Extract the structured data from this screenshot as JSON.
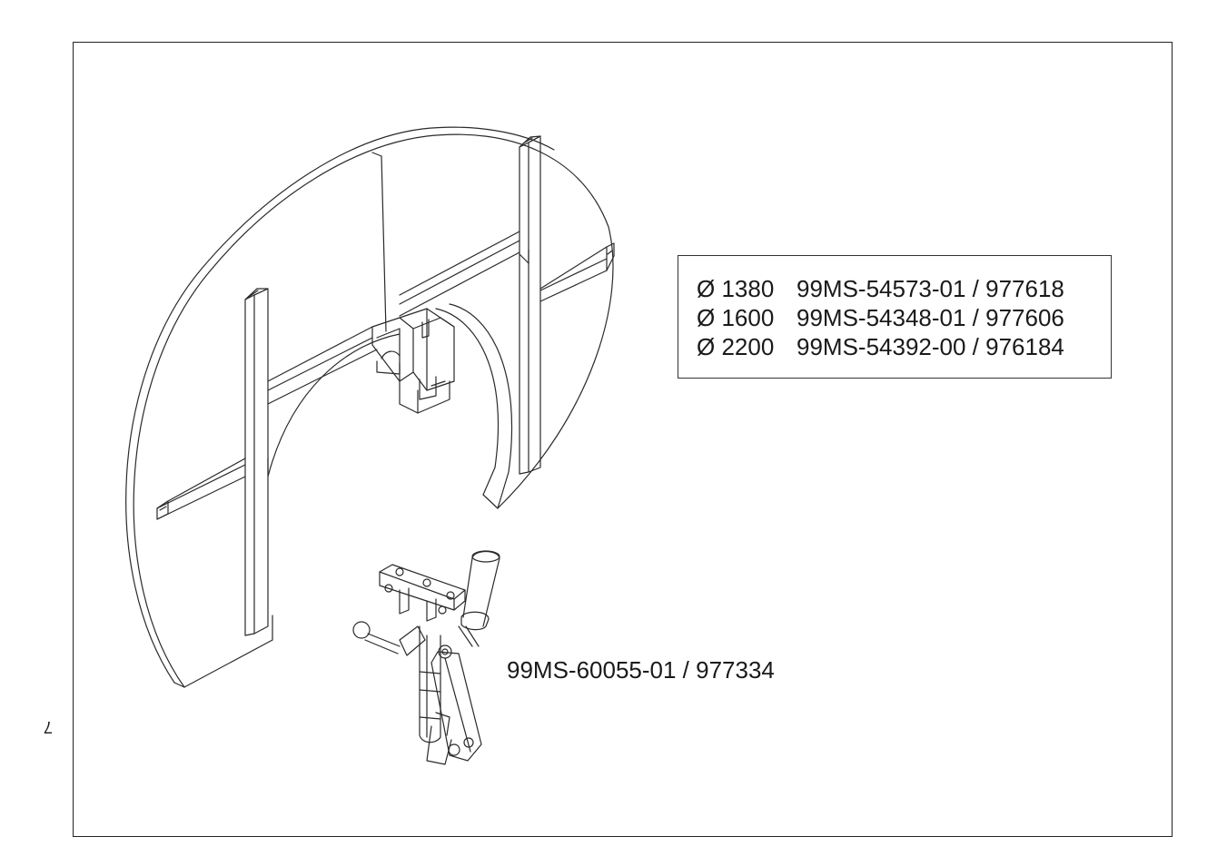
{
  "specs": [
    {
      "diameter": "Ø 1380",
      "part": "99MS-54573-01 / 977618"
    },
    {
      "diameter": "Ø 1600",
      "part": "99MS-54348-01 / 977606"
    },
    {
      "diameter": "Ø 2200",
      "part": "99MS-54392-00 / 976184"
    }
  ],
  "tool_label": "99MS-60055-01 / 977334",
  "page_number": "7",
  "line_color": "#2a2a2a"
}
